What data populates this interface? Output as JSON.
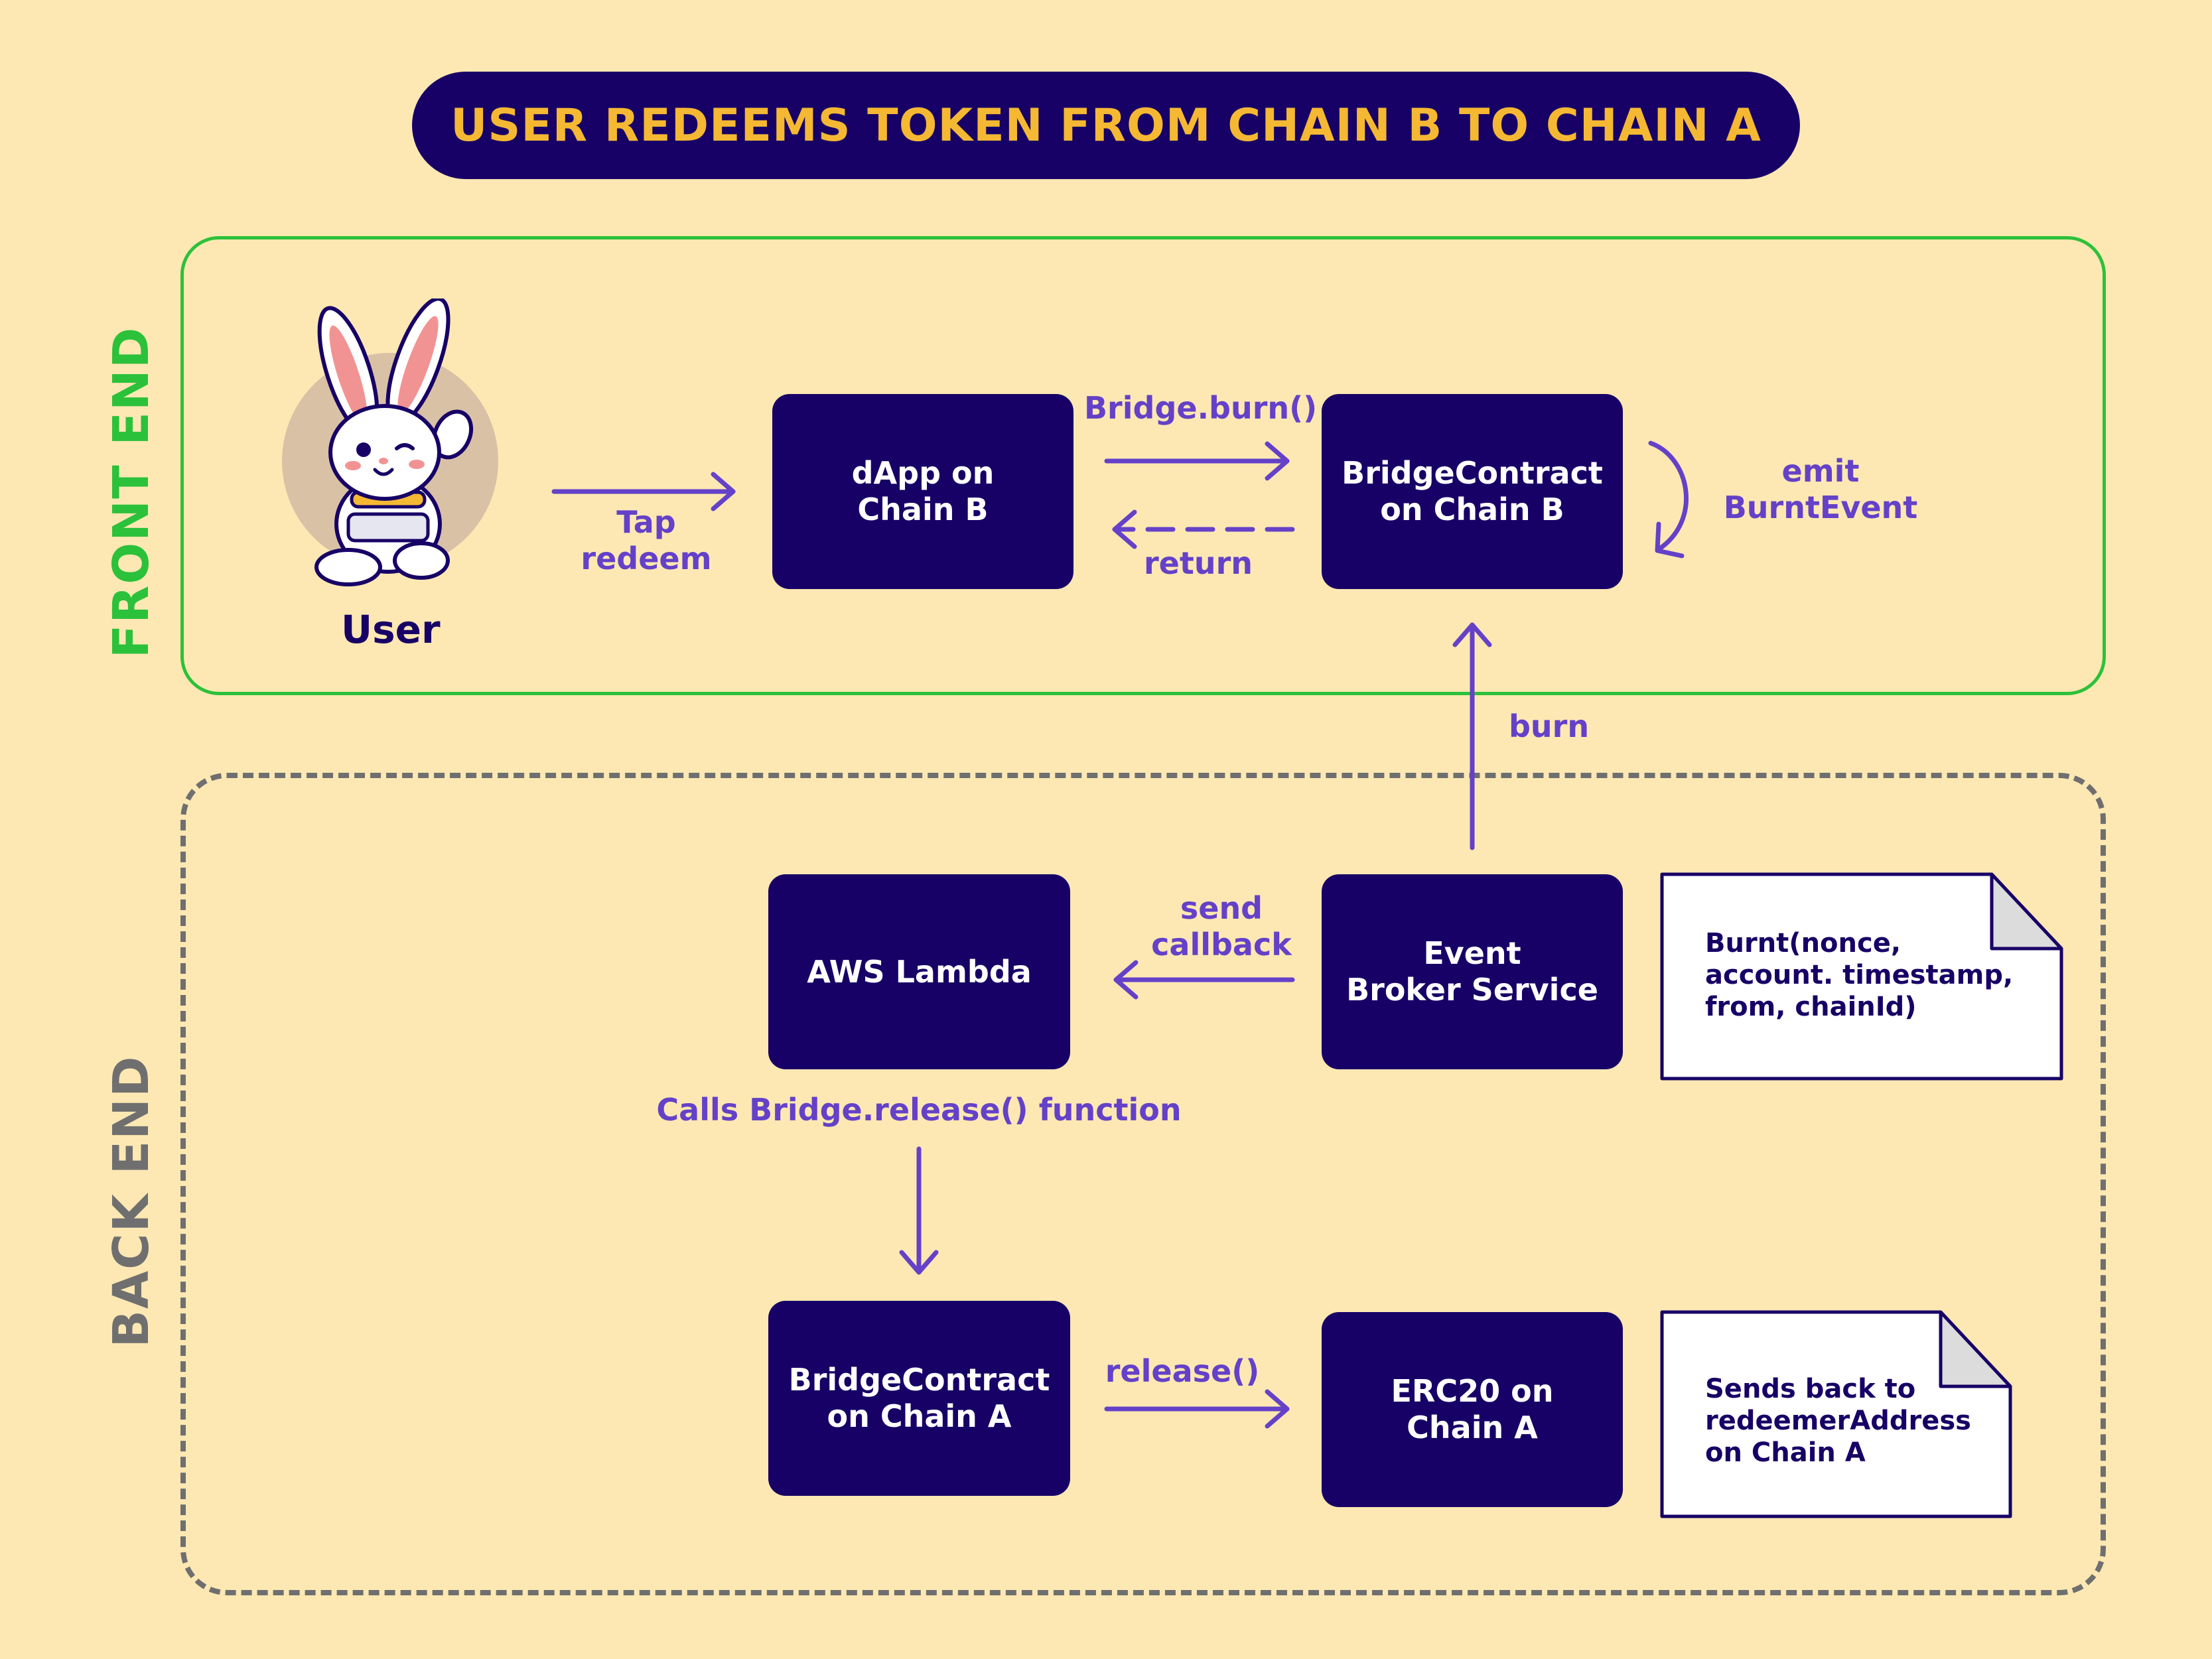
{
  "title": "USER REDEEMS TOKEN FROM CHAIN B TO CHAIN A",
  "sections": {
    "front_end": "FRONT END",
    "back_end": "BACK END"
  },
  "user": {
    "label": "User",
    "avatar_icon": "rabbit-mascot-icon"
  },
  "nodes": {
    "dapp_chain_b": "dApp on\nChain B",
    "bridge_contract_b": "BridgeContract\non Chain B",
    "aws_lambda": "AWS Lambda",
    "event_broker": "Event\nBroker Service",
    "bridge_contract_a": "BridgeContract\non Chain A",
    "erc20_chain_a": "ERC20 on\nChain A"
  },
  "edges": {
    "tap_redeem": "Tap\nredeem",
    "bridge_burn": "Bridge.burn()",
    "return": "return",
    "emit_burnt_event": "emit\nBurntEvent",
    "burn": "burn",
    "send_callback": "send\ncallback",
    "calls_release": "Calls Bridge.release() function",
    "release": "release()"
  },
  "notes": {
    "burnt_event": "Burnt(nonce,\naccount. timestamp,\nfrom, chainId)",
    "sends_back": "Sends back to\nredeemerAddress\non Chain A"
  },
  "colors": {
    "background": "#fde8b3",
    "node_fill": "#170066",
    "title_text": "#f5b833",
    "front_end": "#2cc13a",
    "back_end": "#6f6f6f",
    "arrow": "#6441c8"
  }
}
